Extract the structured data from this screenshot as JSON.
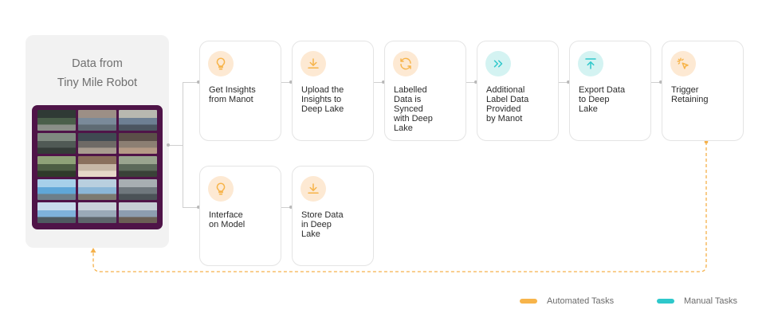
{
  "source": {
    "title_line1": "Data from",
    "title_line2": "Tiny Mile Robot"
  },
  "colors": {
    "automated": "#f7b44a",
    "manual": "#2ec8cb",
    "frame": "#4f1448",
    "dashed_line": "#f5b14a"
  },
  "steps": [
    {
      "label": "Get Insights\nfrom Manot",
      "icon": "lightbulb-icon",
      "kind": "automated"
    },
    {
      "label": "Upload the\nInsights to\nDeep Lake",
      "icon": "download-icon",
      "kind": "automated"
    },
    {
      "label": "Labelled\nData is\nSynced\nwith Deep\nLake",
      "icon": "sync-icon",
      "kind": "automated"
    },
    {
      "label": "Additional\nLabel Data\nProvided\nby Manot",
      "icon": "double-chevron-right-icon",
      "kind": "manual"
    },
    {
      "label": "Export Data\nto Deep\nLake",
      "icon": "upload-icon",
      "kind": "manual"
    },
    {
      "label": "Trigger\nRetaining",
      "icon": "click-cursor-icon",
      "kind": "automated"
    },
    {
      "label": "Interface\non Model",
      "icon": "lightbulb-icon",
      "kind": "automated"
    },
    {
      "label": "Store Data\nin Deep\nLake",
      "icon": "download-icon",
      "kind": "automated"
    }
  ],
  "legend": {
    "automated_label": "Automated Tasks",
    "manual_label": "Manual Tasks"
  }
}
